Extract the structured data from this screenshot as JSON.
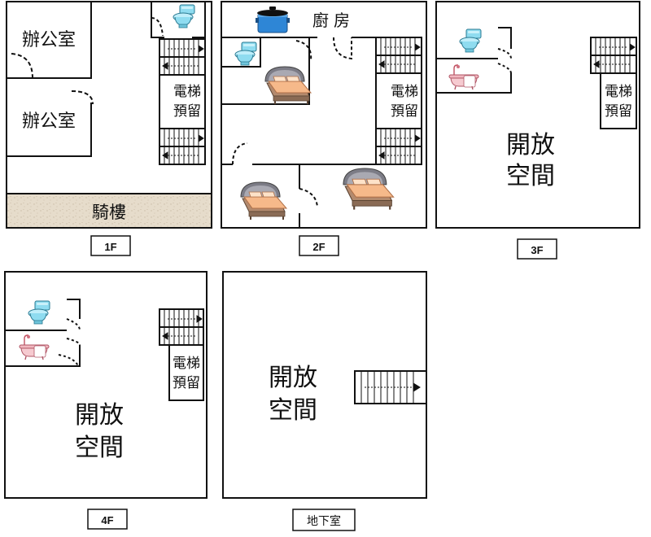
{
  "floors": {
    "f1": {
      "label": "1F",
      "rooms": {
        "office_top": "辦公室",
        "office_bottom": "辦公室",
        "arcade": "騎樓",
        "elevator_1": "電梯",
        "elevator_2": "預留"
      }
    },
    "f2": {
      "label": "2F",
      "rooms": {
        "kitchen": "廚房",
        "elevator_1": "電梯",
        "elevator_2": "預留"
      }
    },
    "f3": {
      "label": "3F",
      "rooms": {
        "open_1": "開放",
        "open_2": "空間",
        "elevator_1": "電梯",
        "elevator_2": "預留"
      }
    },
    "f4": {
      "label": "4F",
      "rooms": {
        "open_1": "開放",
        "open_2": "空間",
        "elevator_1": "電梯",
        "elevator_2": "預留"
      }
    },
    "b1": {
      "label": "地下室",
      "rooms": {
        "open_1": "開放",
        "open_2": "空間"
      }
    }
  },
  "icons": [
    "toilet-icon",
    "bed-icon",
    "bathtub-icon",
    "cooking-pot-icon",
    "stairs-icon"
  ],
  "colors": {
    "toilet": "#7fd3e8",
    "bed_frame": "#8a8a94",
    "bed_sheet": "#f5b98a",
    "bathtub": "#f4c2c7",
    "pot": "#2e86d6",
    "arcade_floor": "#e6dccb"
  }
}
